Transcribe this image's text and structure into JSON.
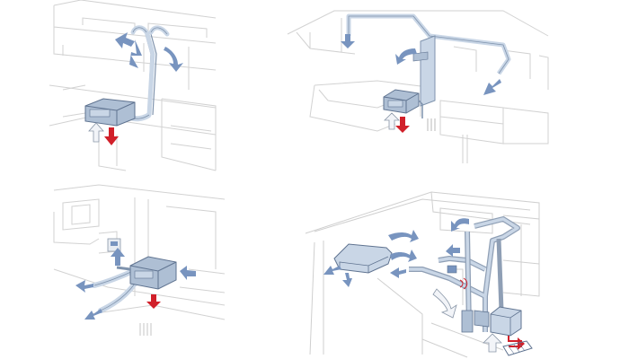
{
  "colors": {
    "background": "#ffffff",
    "linework": "#cfcfcf",
    "linework_dark": "#9aa0a6",
    "duct_fill": "#c9d6e6",
    "duct_stroke": "#7f93ad",
    "unit_fill": "#aebfd4",
    "unit_stroke": "#5f7390",
    "airflow_blue": "#7894bf",
    "intake_white": "#f2f4f8",
    "supply_red": "#d1202a"
  },
  "panels": [
    {
      "name": "panel-top-left",
      "layout": "vertical-riser-wall-outlets"
    },
    {
      "name": "panel-top-right",
      "layout": "overhead-ceiling-loop"
    },
    {
      "name": "panel-bottom-left",
      "layout": "floor-level-branches"
    },
    {
      "name": "panel-bottom-right",
      "layout": "full-cabin-system"
    }
  ],
  "icons": [
    "heater-unit-icon",
    "air-duct-icon",
    "airflow-arrow-icon",
    "intake-arrow-icon",
    "supply-arrow-icon",
    "radiant-heat-icon",
    "control-panel-icon"
  ]
}
